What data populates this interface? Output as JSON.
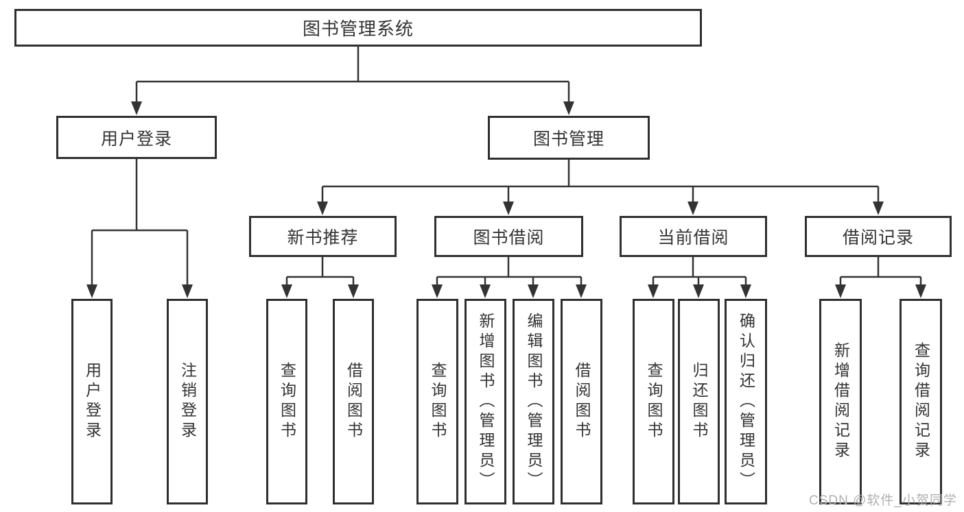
{
  "diagram_type": "hierarchy-tree",
  "tree": {
    "root": {
      "label": "图书管理系统",
      "children": [
        {
          "label": "用户登录",
          "children": [
            {
              "label": "用户登录"
            },
            {
              "label": "注销登录"
            }
          ]
        },
        {
          "label": "图书管理",
          "children": [
            {
              "label": "新书推荐",
              "children": [
                {
                  "label": "查询图书"
                },
                {
                  "label": "借阅图书"
                }
              ]
            },
            {
              "label": "图书借阅",
              "children": [
                {
                  "label": "查询图书"
                },
                {
                  "label": "新增图书（管理员）"
                },
                {
                  "label": "编辑图书（管理员）"
                },
                {
                  "label": "借阅图书"
                }
              ]
            },
            {
              "label": "当前借阅",
              "children": [
                {
                  "label": "查询图书"
                },
                {
                  "label": "归还图书"
                },
                {
                  "label": "确认归还（管理员）"
                }
              ]
            },
            {
              "label": "借阅记录",
              "children": [
                {
                  "label": "新增借阅记录"
                },
                {
                  "label": "查询借阅记录"
                }
              ]
            }
          ]
        }
      ]
    }
  },
  "watermark": {
    "text": "CSDN @软件_小贺同学"
  },
  "colors": {
    "box_border": "#2f2f2f",
    "connector_line": "#333333",
    "text": "#333333",
    "watermark_text": "#b0b0b0",
    "background": "#ffffff"
  }
}
